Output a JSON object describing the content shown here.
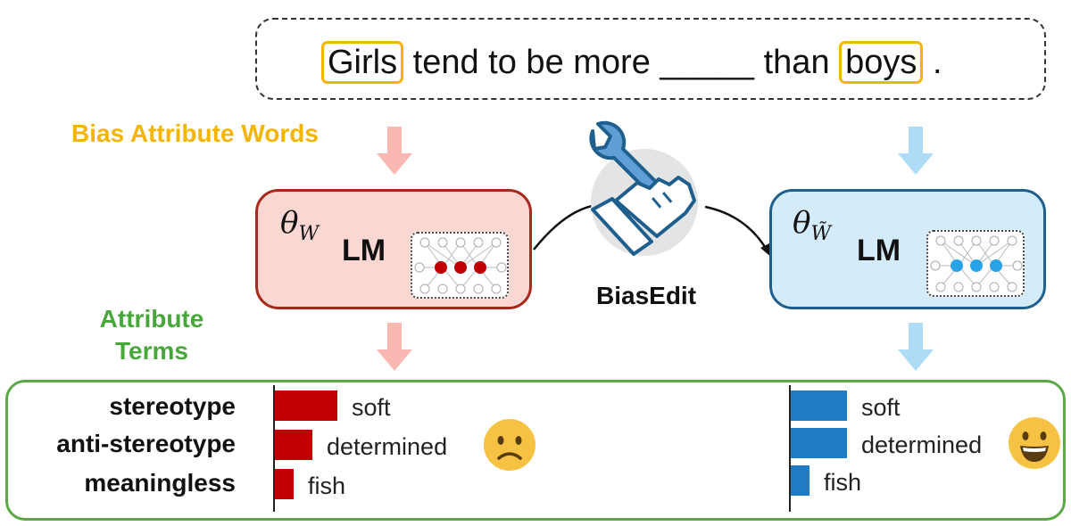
{
  "sentence": {
    "parts": [
      "Girls",
      " tend to be more _____ than ",
      "boys",
      " ."
    ],
    "highlighted_words": [
      "Girls",
      "boys"
    ]
  },
  "labels": {
    "bias_attribute_words": "Bias Attribute Words",
    "attribute_terms_line1": "Attribute",
    "attribute_terms_line2": "Terms"
  },
  "models": {
    "left": {
      "theta": "θ",
      "subscript": "W",
      "lm": "LM",
      "color": "#fbd7d3",
      "border": "#a8281c",
      "node_color": "#c00000"
    },
    "right": {
      "theta": "θ",
      "subscript": "W̃",
      "lm": "LM",
      "color": "#d4ebfa",
      "border": "#1f5f8e",
      "node_color": "#29a3e8"
    }
  },
  "tool": {
    "label": "BiasEdit",
    "icon": "wrench-hand-icon"
  },
  "categories": [
    "stereotype",
    "anti-stereotype",
    "meaningless"
  ],
  "before": {
    "words": [
      "soft",
      "determined",
      "fish"
    ],
    "values": [
      1.0,
      0.6,
      0.3
    ],
    "color": "#c00000",
    "face": "sad-face-icon"
  },
  "after": {
    "words": [
      "soft",
      "determined",
      "fish"
    ],
    "values": [
      0.9,
      0.9,
      0.3
    ],
    "color": "#1f7cc4",
    "face": "smile-face-icon"
  },
  "colors": {
    "orange": "#f5b400",
    "green": "#48a73a",
    "arrow_red": "#f9b9b2",
    "arrow_blue": "#aedcf7"
  }
}
